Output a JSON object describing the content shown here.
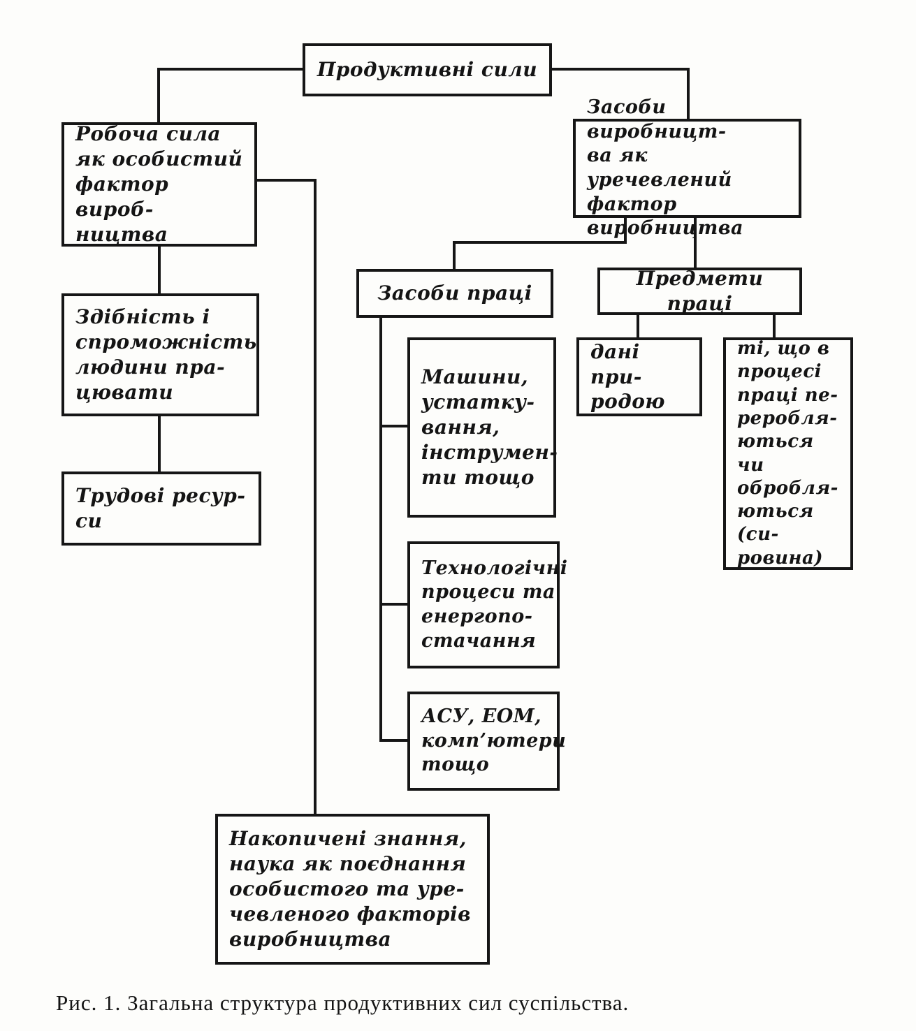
{
  "diagram": {
    "caption": "Рис. 1. Загальна структура продуктивних сил суспільства.",
    "nodes": {
      "root": {
        "label": "Продуктивні сили"
      },
      "labor_force": {
        "label": "Робоча сила\nяк особистий\nфактор вироб-\nництва"
      },
      "means_production": {
        "label": "Засоби виробницт-\nва як уречевлений\nфактор виробництва"
      },
      "ability": {
        "label": "Здібність і\nспроможність\nлюдини пра-\nцювати"
      },
      "labor_resources": {
        "label": "Трудові ресур-\nси"
      },
      "means_of_labor": {
        "label": "Засоби праці"
      },
      "objects_of_labor": {
        "label": "Предмети праці"
      },
      "machines": {
        "label": "Машини,\nустатку-\nвання,\nінструмен-\nти тощо"
      },
      "technology": {
        "label": "Технологічні\nпроцеси та\nенергопо-\nстачання"
      },
      "computers": {
        "label": "АСУ, ЕОМ,\nкомп’ютери\nтощо"
      },
      "given_by_nature": {
        "label": "дані при-\nродою"
      },
      "processed": {
        "label": "ті, що в\nпроцесі\nпраці пе-\nреробля-\nються чи\nобробля-\nються (си-\nровина)"
      },
      "knowledge": {
        "label": "Накопичені знання,\nнаука як поєднання\nособистого та уре-\nчевленого факторів\nвиробництва"
      }
    }
  }
}
